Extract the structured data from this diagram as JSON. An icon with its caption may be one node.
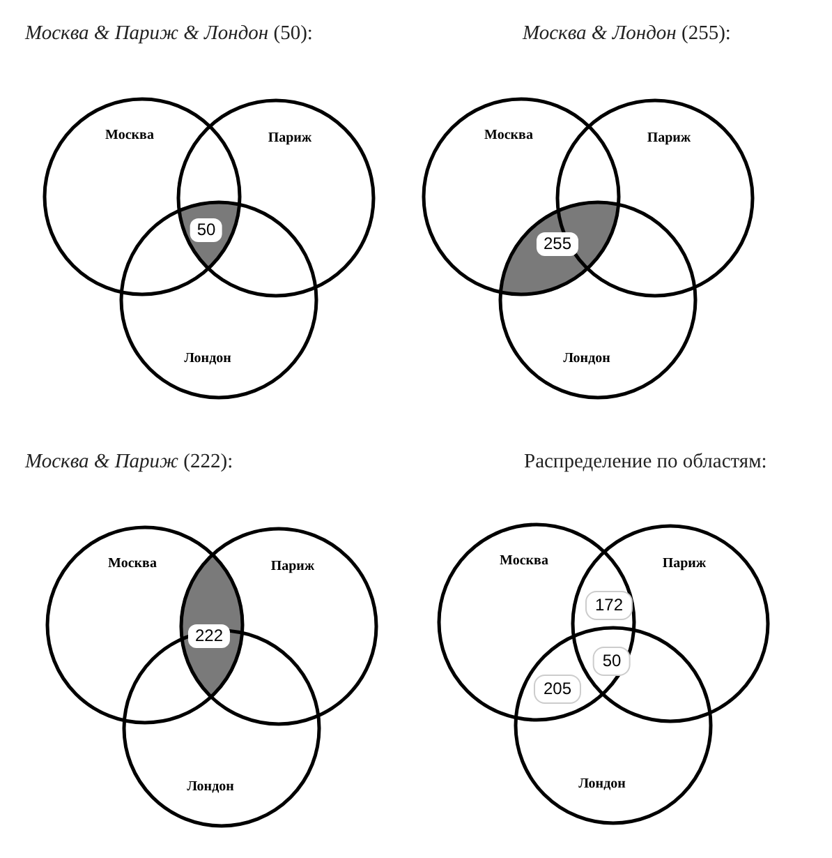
{
  "diagram": {
    "nodes": [
      {
        "text": [
          "Москва"
        ]
      },
      {
        "text": [
          "Париж"
        ]
      },
      {
        "text": [
          "Лондон"
        ]
      },
      {
        "text": [
          "Москва"
        ]
      },
      {
        "text": [
          "Париж"
        ]
      },
      {
        "text": [
          "Лондон"
        ]
      },
      {
        "text": [
          "Москва"
        ]
      },
      {
        "text": [
          "Париж"
        ]
      },
      {
        "text": [
          "Лондон"
        ]
      },
      {
        "text": [
          "Москва"
        ]
      },
      {
        "text": [
          "Париж"
        ]
      },
      {
        "text": [
          "Лондон"
        ]
      }
    ],
    "labels": [
      "*Москва & Париж & Лондон* (50):",
      "*Москва & Лондон* (255):",
      "50",
      "255",
      "*Москва & Париж* (222):",
      "Распределение по областям:",
      "222",
      "172",
      "50",
      "205"
    ]
  }
}
